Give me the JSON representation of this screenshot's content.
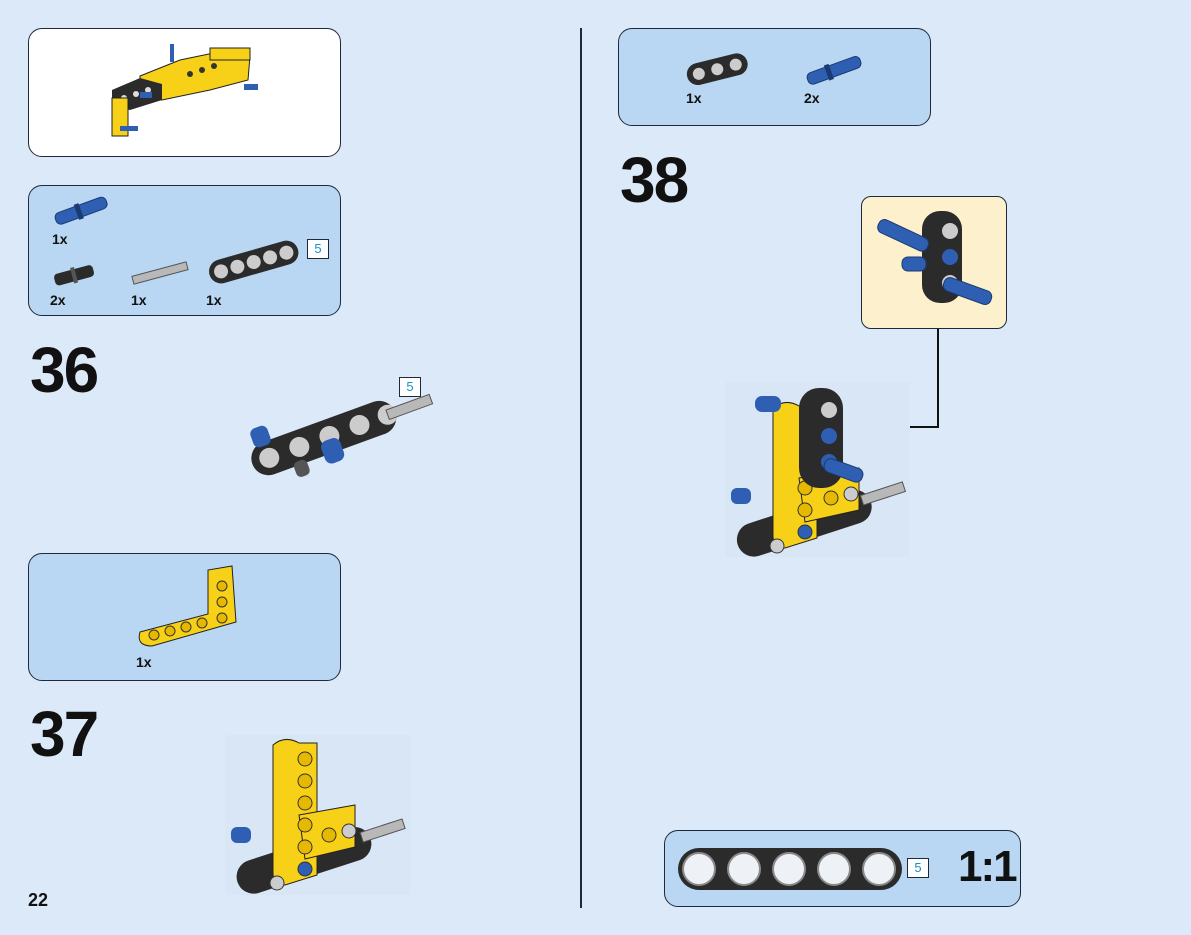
{
  "page_number": "22",
  "steps": {
    "s36": "36",
    "s37": "37",
    "s38": "38"
  },
  "parts_lists": {
    "step36": {
      "pin_blue_long": "1x",
      "pin_black": "2x",
      "axle_grey": "1x",
      "beam_black": "1x",
      "beam_length": "5"
    },
    "step37": {
      "beam_yellow_l": "1x"
    },
    "step38": {
      "beam_black_3": "1x",
      "pin_blue": "2x"
    }
  },
  "callouts": {
    "step36_length": "5",
    "scale_length": "5",
    "scale_label": "1:1"
  },
  "colors": {
    "page_bg": "#dce9f8",
    "parts_box": "#b9d7f2",
    "subassembly_box": "#fdf0cc",
    "lego_yellow": "#f7d117",
    "lego_black": "#2b2b2b",
    "lego_blue": "#2f5fb3",
    "lego_grey": "#a8a8a8",
    "length_number": "#1a8fc8"
  }
}
